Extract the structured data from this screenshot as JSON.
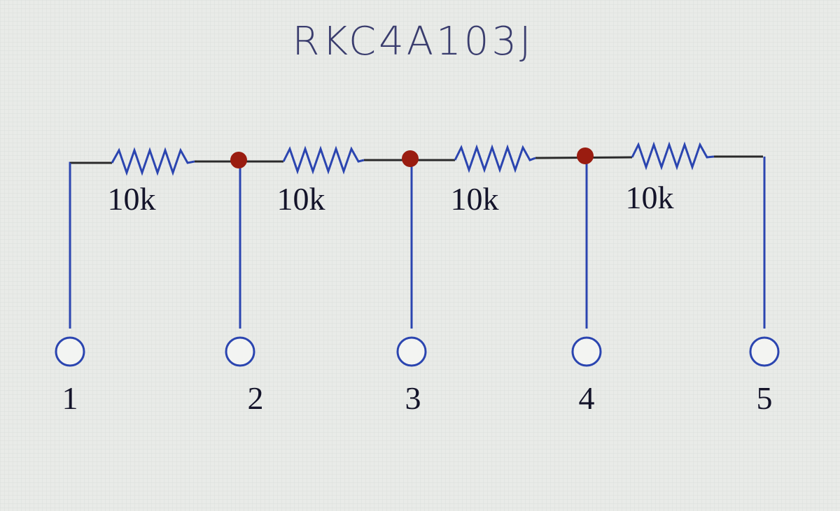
{
  "title": "RKC4A103J",
  "resistors": [
    {
      "label": "10k"
    },
    {
      "label": "10k"
    },
    {
      "label": "10k"
    },
    {
      "label": "10k"
    }
  ],
  "pins": [
    "1",
    "2",
    "3",
    "4",
    "5"
  ],
  "colors": {
    "background": "#e9ebe8",
    "wire_blue": "#2b45b0",
    "wire_dark": "#2a2a2a",
    "junction": "#9a1c10",
    "text": "#14142a"
  }
}
